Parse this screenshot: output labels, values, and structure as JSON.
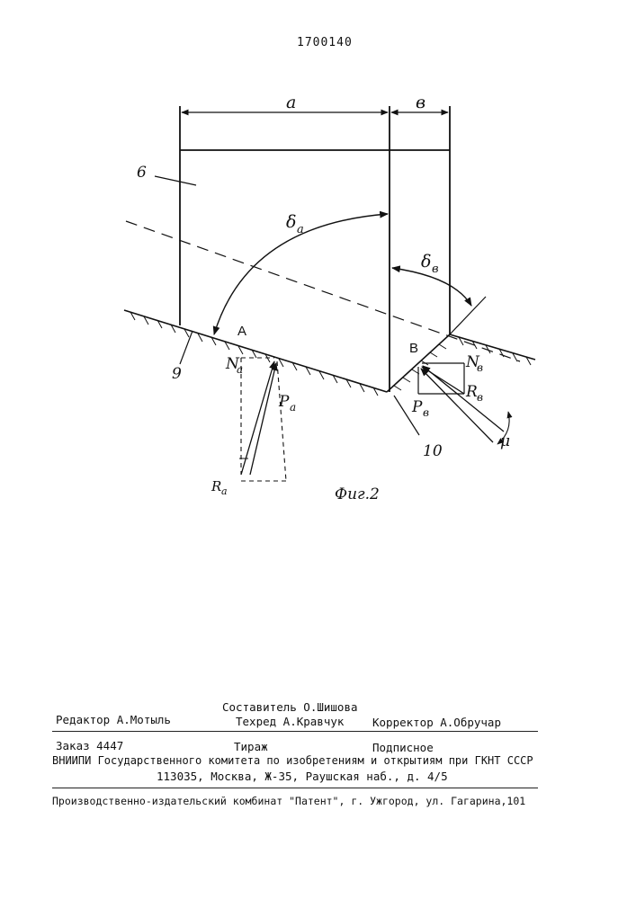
{
  "header": {
    "patent_number": "1700140",
    "corner_mark": "",
    "figure_caption": "Фиг.2"
  },
  "figure": {
    "labels": {
      "dim_a": "a",
      "dim_b": "в",
      "part_6": "6",
      "part_9": "9",
      "part_10": "10",
      "angle_a_main": "δ",
      "angle_a_sub": "a",
      "angle_b_main": "δ",
      "angle_b_sub": "в",
      "point_A": "A",
      "point_B": "B",
      "force_Na_main": "N",
      "force_Na_sub": "a",
      "force_Pa_main": "P",
      "force_Pa_sub": "a",
      "force_Ra_main": "R",
      "force_Ra_sub": "a",
      "force_Nb_main": "N",
      "force_Nb_sub": "в",
      "force_Pb_main": "P",
      "force_Pb_sub": "в",
      "force_Rb_main": "R",
      "force_Rb_sub": "в",
      "angle_mu": "μ"
    }
  },
  "imprint": {
    "compiler": "Составитель О.Шишова",
    "editor": "Редактор А.Мотыль",
    "techred": "Техред А.Кравчук",
    "corrector": "Корректор А.Обручар",
    "order": "Заказ 4447",
    "circulation": "Тираж",
    "subscription": "Подписное",
    "vniipi_line1": "ВНИИПИ Государственного комитета по изобретениям и открытиям при ГКНТ СССР",
    "vniipi_line2": "113035, Москва, Ж-35, Раушская наб., д. 4/5",
    "publisher": "Производственно-издательский комбинат \"Патент\", г. Ужгород, ул. Гагарина,101"
  }
}
